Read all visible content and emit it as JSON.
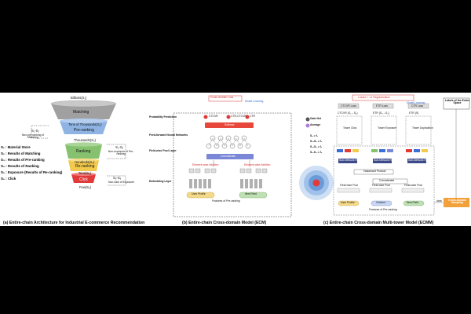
{
  "panel_a": {
    "top_label": "Billions(S₁)",
    "stages": [
      "Matching",
      "Pre-ranking",
      "Ranking",
      "Re-ranking",
      "Click"
    ],
    "side_labels": [
      "Tens of Thousands(S₂)",
      "Thousands(S₃)",
      "Hundreds(S₄)",
      "Tens(S₅)",
      "Few(S₆)"
    ],
    "annotations": [
      {
        "sets": "S₁-S₂",
        "text": "Non-pre-ranking of Matching"
      },
      {
        "sets": "S₂-S₃",
        "text": "Non-exposure of Pre-ranking"
      },
      {
        "sets": "S₅-S₆",
        "text": "Non-click of Exposure"
      }
    ],
    "legend": [
      "S₁ : Material Store",
      "S₂ : Results of Matching",
      "S₃ : Results of Pre-ranking",
      "S₄ : Results of Ranking",
      "S₅ : Exposure (Results of Re-ranking)",
      "S₆ : Click"
    ],
    "caption": "(a) Entire-chain Architecture for Industrial E-commerce Recommendation"
  },
  "panel_b": {
    "cross_domain_label": "Cross-domain Loss",
    "model_learning": "Model Learning",
    "outputs": [
      "CTCVR",
      "CTR-CTCVR",
      "CTR"
    ],
    "layer_labels": [
      "Probability Prediction",
      "Feed-forward Neural Networks",
      "Field-wise Pool Layer",
      "Embedding Layer"
    ],
    "softmax": "Softmax",
    "concatenate": "Concatenate",
    "element_wise": "Element-wise Addition",
    "inputs": [
      "User Profile",
      "Item Field"
    ],
    "features_label": "Features of Pre-ranking",
    "caption": "(b) Entire-chain Cross-domain Model (ECM)"
  },
  "panel_c": {
    "losses": "Losses + L2 Regularization",
    "model_learning": "Model Learning",
    "labels_box": "Labels of the Entire Space",
    "loss_heads": [
      "CTCVR Loss",
      "ETR Loss",
      "CTR Loss"
    ],
    "heads": [
      "CTCVR (S₅→S₆)",
      "ETR (S₃→S₅)",
      "ETR (S)"
    ],
    "towers": [
      "Tower Click",
      "Tower Exposure",
      "Tower Duplication"
    ],
    "gate_net": "Gate Net",
    "average": "Average",
    "equations": [
      "S₆ = f₁",
      "S₅-S₆ = f₂",
      "S₃-S₅ = f₃",
      "S₂-S₃ = f₄"
    ],
    "expert_labels": [
      "Sub-Network Routing 1",
      "Sub-Network Routing 2",
      "Sub-Network Routing 3"
    ],
    "hadamard": "Hadamard Product",
    "concatenate": "Concatenate",
    "pools": [
      "Field-wise Pool",
      "Field-wise Pool",
      "Field-wise Pool"
    ],
    "inputs": [
      "User Profile",
      "Context",
      "Item Field"
    ],
    "features_label": "Features of Pre-ranking",
    "data_label": "data",
    "sampling": "Cross-domain Sampling",
    "caption": "(c) Entire-chain Cross-domain Multi-tower Model (ECMM)"
  },
  "colors": {
    "matching": "#a0a0a0",
    "preranking": "#8fb4e3",
    "ranking": "#86c16f",
    "reranking": "#f2c94c",
    "click": "#e03a3a",
    "softmax": "#e8483c",
    "concatenate": "#7a86d6",
    "accent_blue": "#3a6fd8"
  }
}
